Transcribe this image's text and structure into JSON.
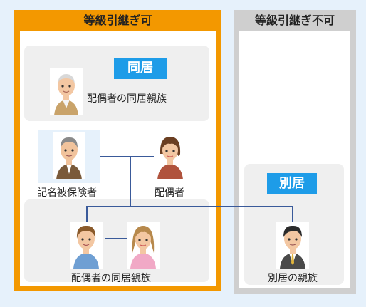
{
  "panels": {
    "left_title": "等級引継ぎ可",
    "right_title": "等級引継ぎ不可"
  },
  "badges": {
    "cohabit": "同居",
    "separate": "別居"
  },
  "people": {
    "grandparent_label": "配偶者の同居親族",
    "insured_label": "記名被保険者",
    "spouse_label": "配偶者",
    "children_label": "配偶者の同居親族",
    "separate_relative_label": "別居の親族"
  },
  "icons": {
    "grandparent": "elderly-man-icon",
    "insured": "middle-aged-man-icon",
    "spouse": "woman-icon",
    "son": "young-man-icon",
    "daughter": "young-woman-icon",
    "separate_relative": "businessman-icon"
  },
  "colors": {
    "accent_orange": "#f39800",
    "badge_blue": "#1e9ce8",
    "line_blue": "#3a5a9a",
    "background": "#e6f1fb",
    "zone_gray": "#efefef"
  }
}
